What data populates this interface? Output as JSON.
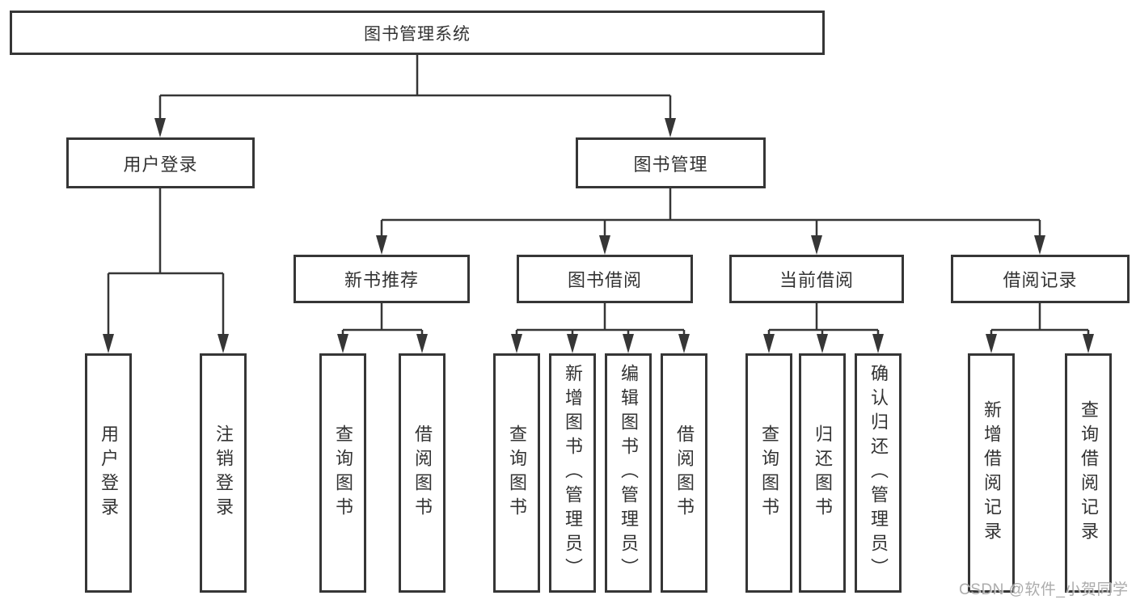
{
  "diagram": {
    "type": "hierarchy-tree",
    "root": {
      "label": "图书管理系统"
    },
    "level2": [
      {
        "label": "用户登录"
      },
      {
        "label": "图书管理"
      }
    ],
    "level3": [
      {
        "label": "新书推荐"
      },
      {
        "label": "图书借阅"
      },
      {
        "label": "当前借阅"
      },
      {
        "label": "借阅记录"
      }
    ],
    "leaves": [
      {
        "label": "用户登录",
        "parent": "用户登录"
      },
      {
        "label": "注销登录",
        "parent": "用户登录"
      },
      {
        "label": "查询图书",
        "parent": "新书推荐"
      },
      {
        "label": "借阅图书",
        "parent": "新书推荐"
      },
      {
        "label": "查询图书",
        "parent": "图书借阅"
      },
      {
        "label": "新增图书（管理员）",
        "parent": "图书借阅"
      },
      {
        "label": "编辑图书（管理员）",
        "parent": "图书借阅"
      },
      {
        "label": "借阅图书",
        "parent": "图书借阅"
      },
      {
        "label": "查询图书",
        "parent": "当前借阅"
      },
      {
        "label": "归还图书",
        "parent": "当前借阅"
      },
      {
        "label": "确认归还（管理员）",
        "parent": "当前借阅"
      },
      {
        "label": "新增借阅记录",
        "parent": "借阅记录"
      },
      {
        "label": "查询借阅记录",
        "parent": "借阅记录"
      }
    ]
  },
  "watermark": {
    "text": "CSDN @软件_小贺同学"
  },
  "colors": {
    "line": "#363636",
    "box_border": "#363636",
    "text": "#333333",
    "box_background": "#ffffff",
    "page_background": "#ffffff",
    "watermark": "#9e9e9e"
  }
}
